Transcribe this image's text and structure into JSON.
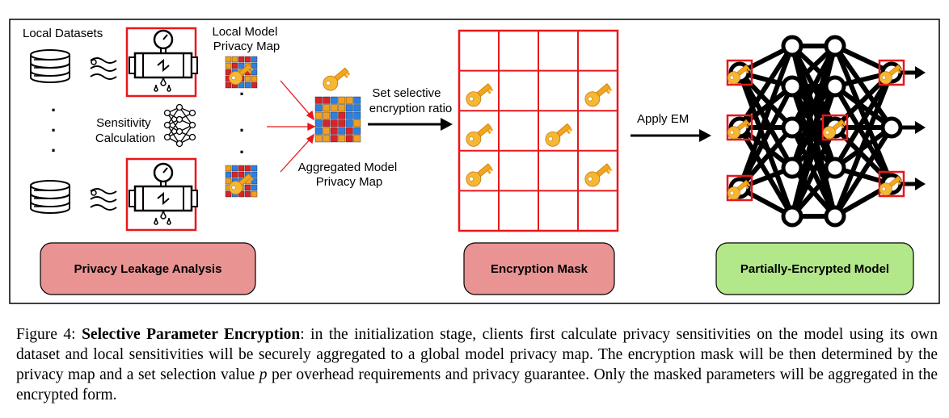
{
  "labels": {
    "local_datasets": "Local Datasets",
    "local_model_privacy_map": [
      "Local Model",
      "Privacy Map"
    ],
    "sensitivity_calculation": [
      "Sensitivity",
      "Calculation"
    ],
    "set_selective_ratio": [
      "Set selective",
      "encryption ratio"
    ],
    "aggregated_map": [
      "Aggregated Model",
      "Privacy Map"
    ],
    "apply_em": "Apply EM",
    "privacy_leakage_analysis": "Privacy Leakage Analysis",
    "encryption_mask": "Encryption Mask",
    "partially_encrypted_model": "Partially-Encrypted Model",
    "dots": "."
  },
  "colors": {
    "red": "#e8171b",
    "pink_box": "#ea9393",
    "green_box": "#b3e88a",
    "key_gold": "#f3a51c",
    "grid_blue": "#2e7fe0",
    "grid_orange": "#f0a020",
    "grid_red": "#d8232a"
  },
  "caption": {
    "prefix": "Figure 4: ",
    "title": "Selective Parameter Encryption",
    "part1": ": in the initialization stage, clients first calculate privacy sensitivities on the model using its own dataset and local sensitivities will be securely aggregated to a global model privacy map. The encryption mask will be then determined by the privacy map and a set selection value ",
    "var": "p",
    "part2": " per overhead requirements and privacy guarantee. Only the masked parameters will be aggregated in the encrypted form."
  }
}
